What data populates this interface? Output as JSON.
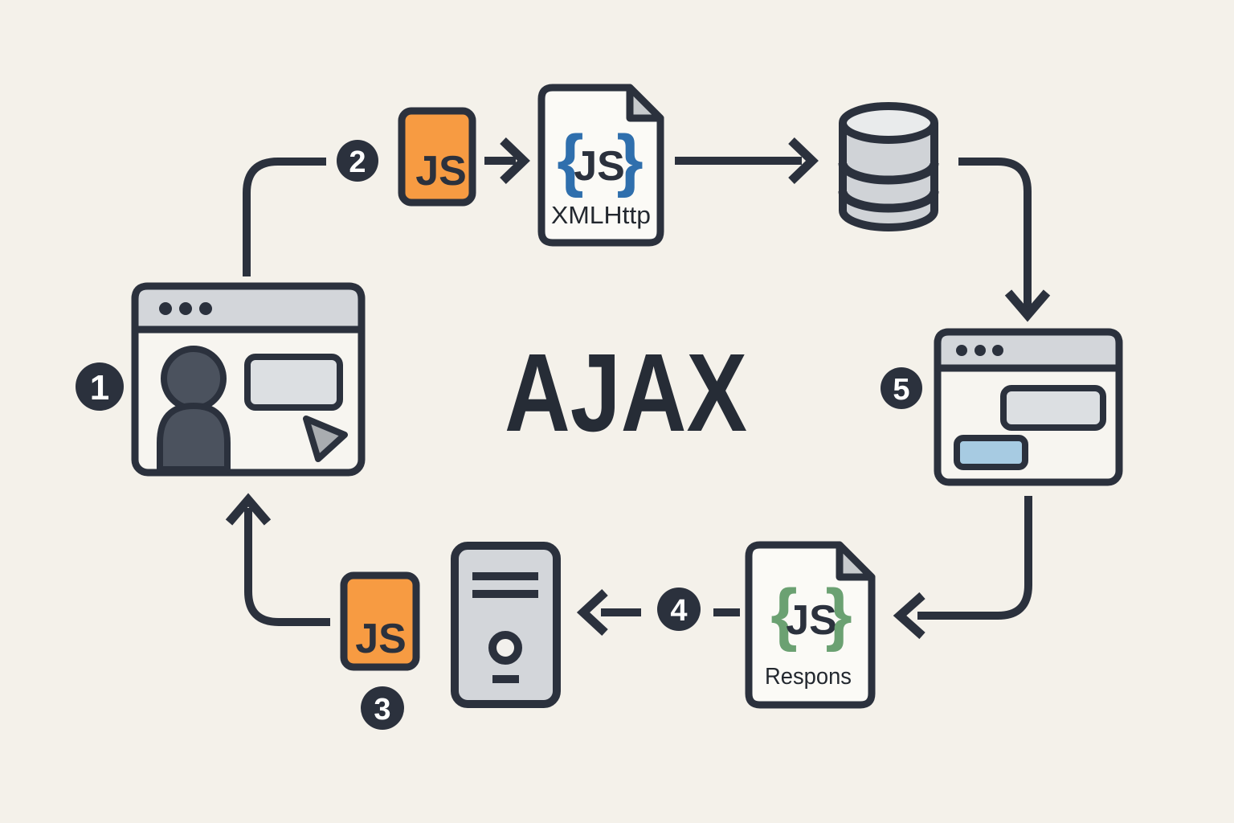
{
  "diagram": {
    "title": "AJAX",
    "badges": [
      "1",
      "2",
      "3",
      "4",
      "5"
    ],
    "js_badge_top": {
      "label": "JS"
    },
    "js_badge_bottom": {
      "label": "JS"
    },
    "request_doc": {
      "brace_open": "{",
      "code": "JS",
      "brace_close": "}",
      "caption": "XMLHttp"
    },
    "response_doc": {
      "brace_open": "{",
      "code": "JS",
      "brace_close": "}",
      "caption": "Respons"
    },
    "icons": [
      "browser-window-icon",
      "user-icon",
      "cursor-icon",
      "js-file-icon",
      "code-file-icon",
      "database-icon",
      "server-icon",
      "arrow-icon"
    ],
    "colors": {
      "background": "#f4f1ea",
      "ink": "#2b313d",
      "js_orange": "#f79b42",
      "code_blue": "#2f6fad",
      "code_green": "#6ba172",
      "panel_gray": "#d3d6da",
      "field_gray": "#dcdfe2",
      "chip_blue": "#a7cbe2",
      "doc_fill": "#fbfaf6",
      "fold_gray": "#c7cacd",
      "person_gray": "#4b525e",
      "cursor_gray": "#a9acb0"
    }
  }
}
